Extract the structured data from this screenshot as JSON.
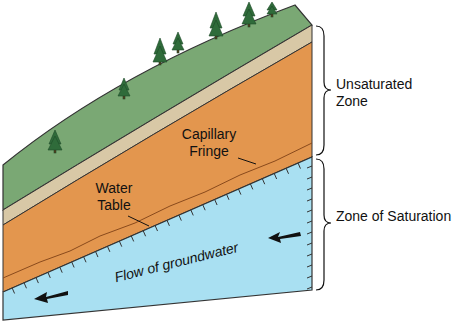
{
  "diagram": {
    "labels": [
      "Unsaturated Zone",
      "Capillary Fringe",
      "Water Table",
      "Zone of Saturation",
      "Flow of groundwater"
    ]
  }
}
